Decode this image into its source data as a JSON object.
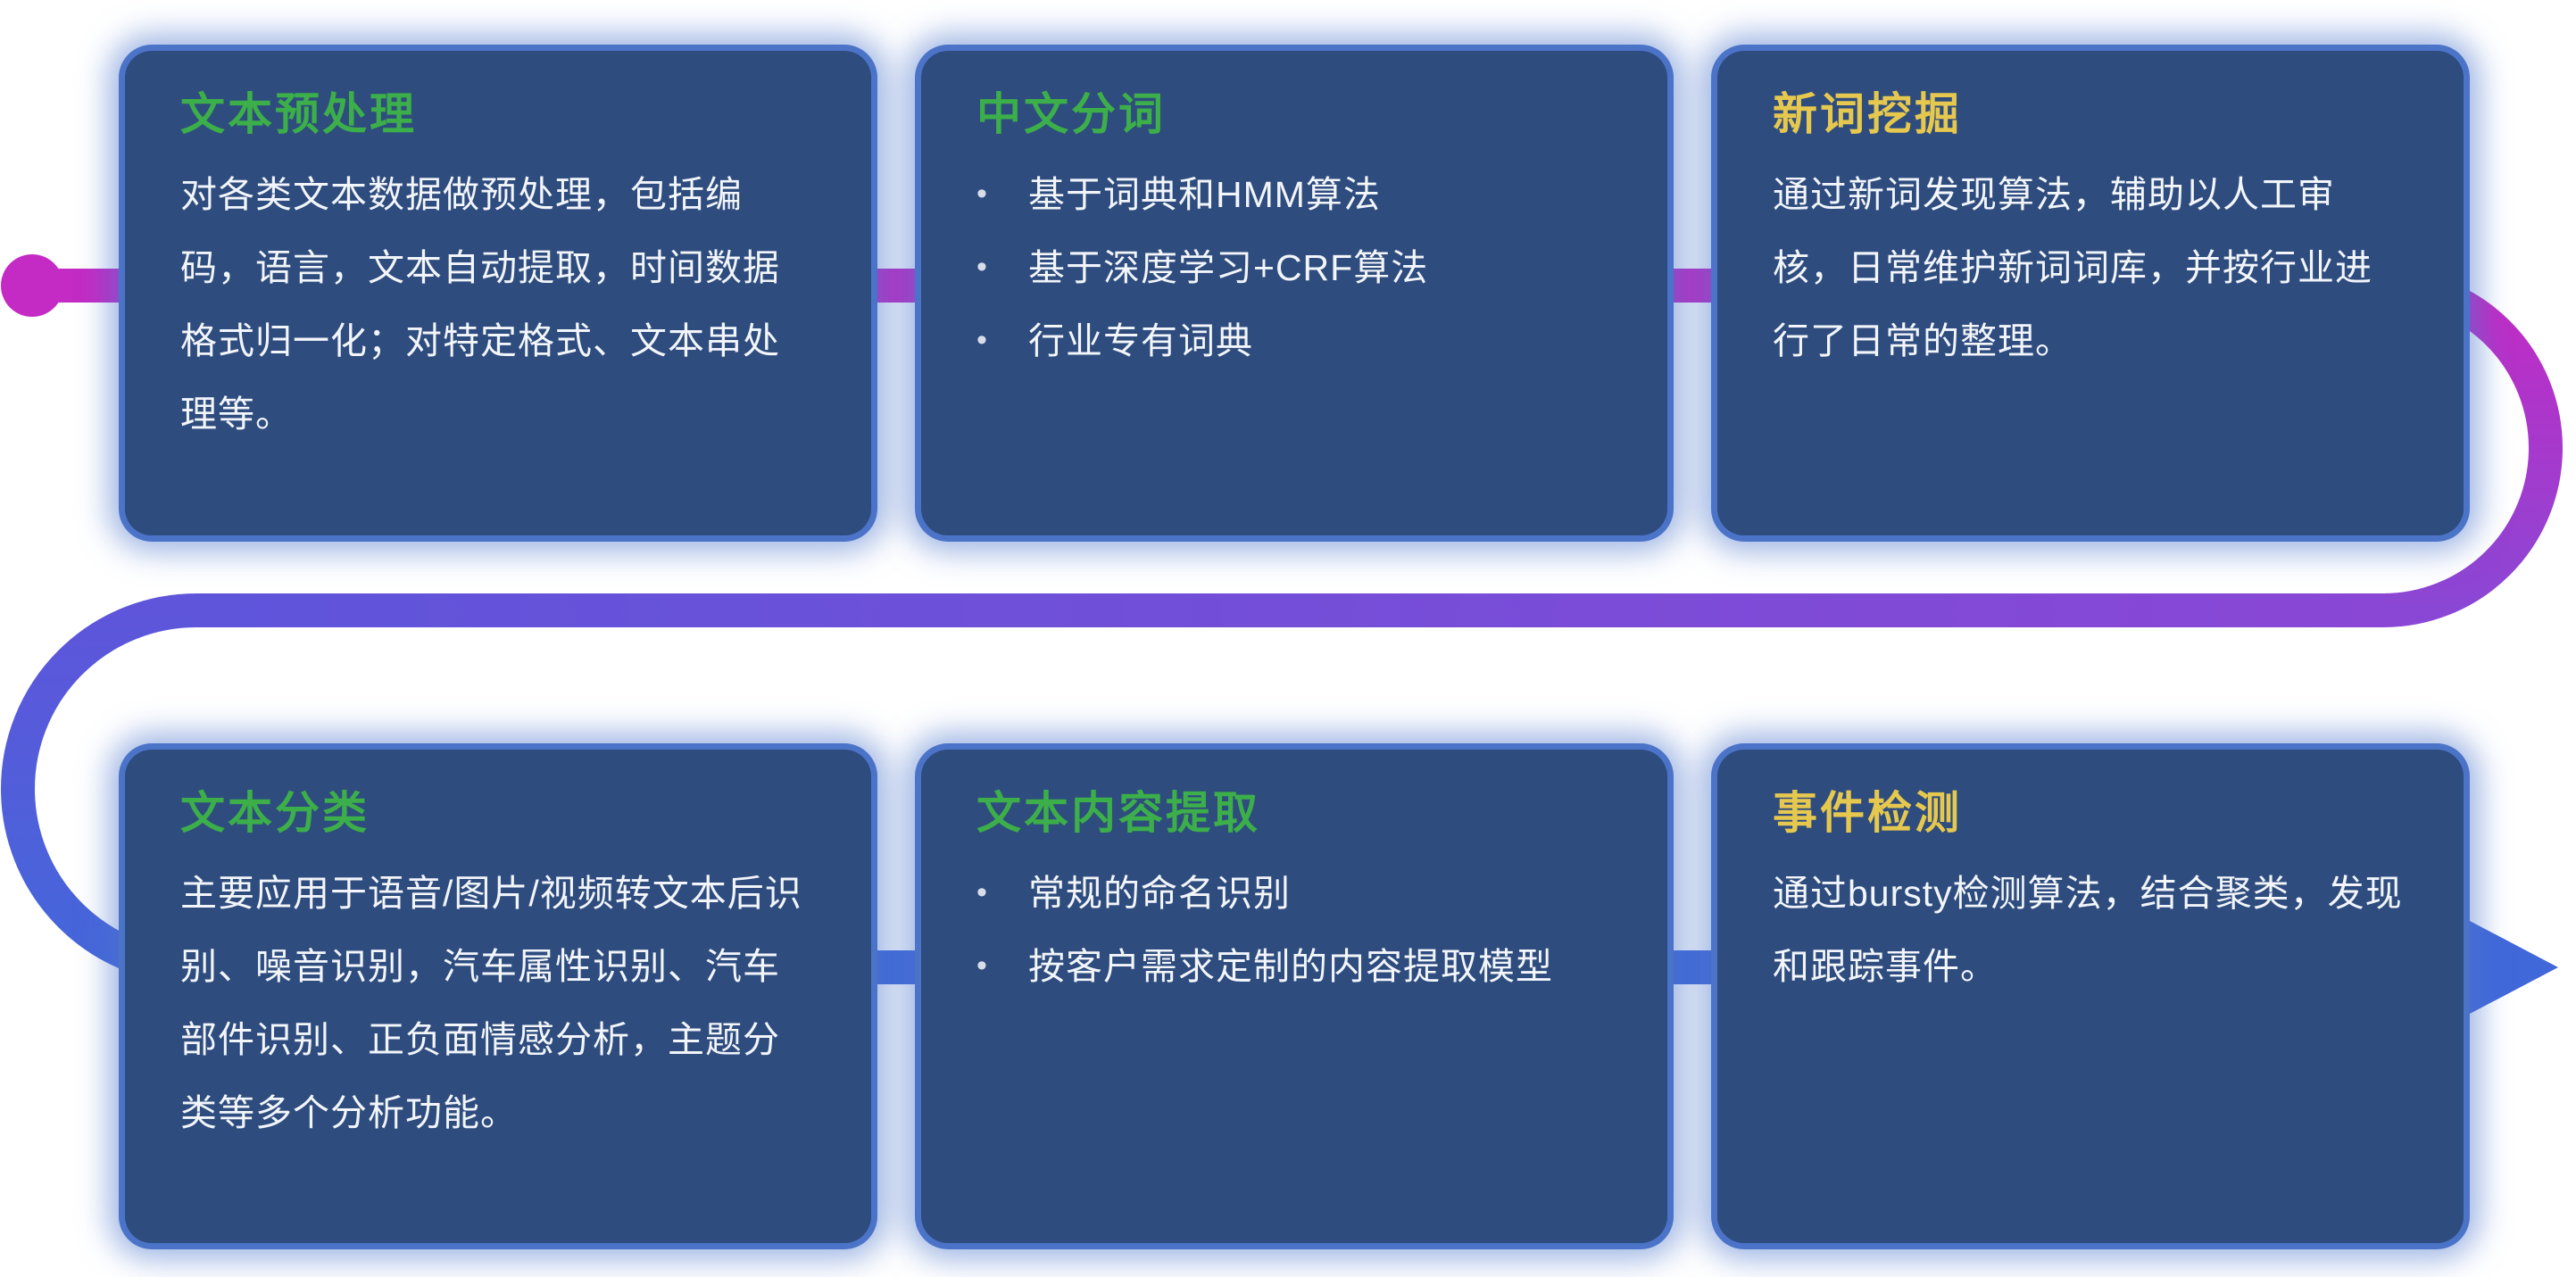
{
  "colors": {
    "card_bg": "#2E4C7E",
    "card_glow": "#4B74C9",
    "title_green": "#3CAE4A",
    "title_yellow": "#E6C84F",
    "body_text": "#F2F5FA",
    "flow_start_magenta": "#C32BC4",
    "flow_mid_purple": "#8A47D5",
    "flow_end_blue": "#4168D9"
  },
  "flow": {
    "start_marker": "dot",
    "end_marker": "arrow-right"
  },
  "cards": [
    {
      "title": "文本预处理",
      "title_color": "green",
      "paragraph": "对各类文本数据做预处理，包括编码，语言，文本自动提取，时间数据格式归一化；对特定格式、文本串处理等。"
    },
    {
      "title": "中文分词",
      "title_color": "green",
      "bullets": [
        "基于词典和HMM算法",
        "基于深度学习+CRF算法",
        "行业专有词典"
      ]
    },
    {
      "title": "新词挖掘",
      "title_color": "yellow",
      "paragraph": "通过新词发现算法，辅助以人工审核，日常维护新词词库，并按行业进行了日常的整理。"
    },
    {
      "title": "文本分类",
      "title_color": "green",
      "paragraph": "主要应用于语音/图片/视频转文本后识别、噪音识别，汽车属性识别、汽车部件识别、正负面情感分析，主题分类等多个分析功能。"
    },
    {
      "title": "文本内容提取",
      "title_color": "green",
      "bullets": [
        "常规的命名识别",
        "按客户需求定制的内容提取模型"
      ]
    },
    {
      "title": "事件检测",
      "title_color": "yellow",
      "paragraph": "通过bursty检测算法，结合聚类，发现和跟踪事件。"
    }
  ],
  "bullet_glyph": "•"
}
